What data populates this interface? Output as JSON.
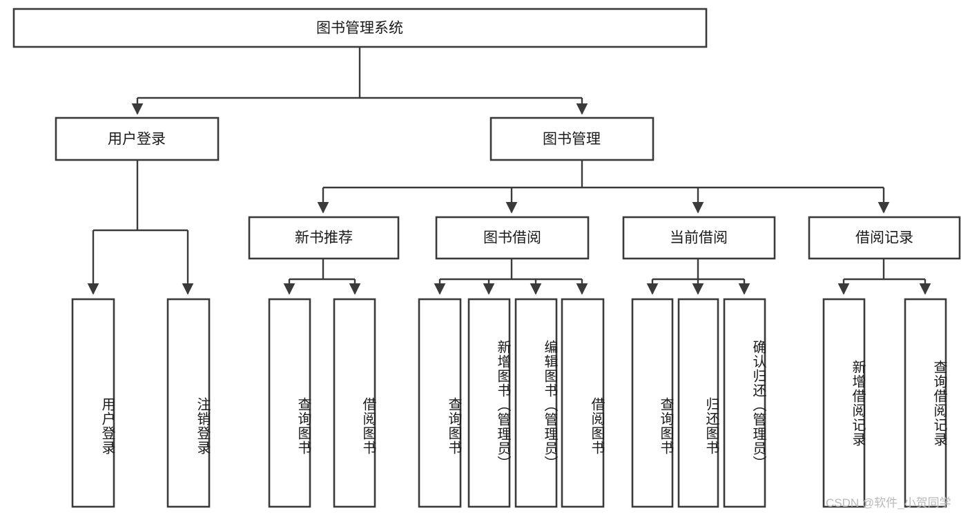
{
  "diagram": {
    "type": "tree",
    "title": "图书管理系统",
    "root": {
      "label": "图书管理系统"
    },
    "level1": [
      {
        "label": "用户登录"
      },
      {
        "label": "图书管理"
      }
    ],
    "level2": [
      {
        "label": "新书推荐"
      },
      {
        "label": "图书借阅"
      },
      {
        "label": "当前借阅"
      },
      {
        "label": "借阅记录"
      }
    ],
    "leaves": {
      "user_login": [
        {
          "label": "用户登录"
        },
        {
          "label": "注销登录"
        }
      ],
      "new_book_recommend": [
        {
          "label": "查询图书"
        },
        {
          "label": "借阅图书"
        }
      ],
      "book_borrow": [
        {
          "label": "查询图书"
        },
        {
          "label": "新增图书（管理员）"
        },
        {
          "label": "编辑图书（管理员）"
        },
        {
          "label": "借阅图书"
        }
      ],
      "current_borrow": [
        {
          "label": "查询图书"
        },
        {
          "label": "归还图书"
        },
        {
          "label": "确认归还（管理员）"
        }
      ],
      "borrow_record": [
        {
          "label": "新增借阅记录"
        },
        {
          "label": "查询借阅记录"
        }
      ]
    }
  },
  "watermark": {
    "text": "CSDN @软件_小贺同学"
  },
  "colors": {
    "stroke": "#3a3a3a",
    "fill": "#ffffff",
    "text": "#1a1a1a",
    "watermark": "#b9b9b9"
  }
}
